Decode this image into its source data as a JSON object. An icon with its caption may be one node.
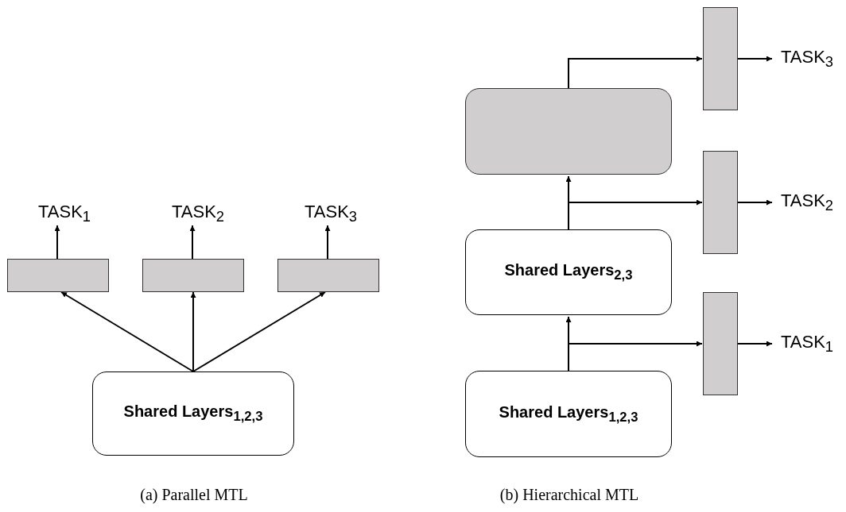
{
  "diagram": {
    "nodes": [
      {
        "text": [
          "TASK$_{1}$"
        ]
      },
      {
        "text": [
          "TASK$_{2}$"
        ]
      },
      {
        "text": [
          "TASK$_{3}$"
        ]
      },
      {
        "text": [],
        "shape": "box"
      },
      {
        "text": [],
        "shape": "box"
      },
      {
        "text": [],
        "shape": "box"
      },
      {
        "text": [
          "Shared Layers$_{1,2,3}$"
        ]
      },
      {
        "text": [
          "TASK$_{3}$"
        ]
      },
      {
        "text": [],
        "shape": "box"
      },
      {
        "text": [],
        "shape": "box"
      },
      {
        "text": [
          "TASK$_{2}$"
        ]
      },
      {
        "text": [],
        "shape": "box"
      },
      {
        "text": [
          "Shared Layers$_{2,3}$"
        ]
      },
      {
        "text": [
          "TASK$_{1}$"
        ]
      },
      {
        "text": [],
        "shape": "box"
      },
      {
        "text": [
          "Shared Layers$_{1,2,3}$"
        ]
      }
    ],
    "edges": [
      {
        "from": 6,
        "to": 3,
        "arrow": "to"
      },
      {
        "from": 6,
        "to": 4,
        "arrow": "to"
      },
      {
        "from": 6,
        "to": 5,
        "arrow": "to"
      },
      {
        "from": 3,
        "to": 0,
        "arrow": "to"
      },
      {
        "from": 4,
        "to": 1,
        "arrow": "to"
      },
      {
        "from": 5,
        "to": 2,
        "arrow": "to"
      },
      {
        "from": 15,
        "to": 12,
        "arrow": "to"
      },
      {
        "from": 15,
        "to": 14,
        "arrow": "to"
      },
      {
        "from": 12,
        "to": 9,
        "arrow": "to"
      },
      {
        "from": 12,
        "to": 11,
        "arrow": "to"
      },
      {
        "from": 9,
        "to": 8,
        "arrow": "to"
      },
      {
        "from": 14,
        "to": 13,
        "arrow": "to"
      },
      {
        "from": 11,
        "to": 10,
        "arrow": "to"
      },
      {
        "from": 8,
        "to": 7,
        "arrow": "to"
      }
    ],
    "labels": [
      "(a) Parallel MTL",
      "(b) Hierarchical MTL"
    ]
  }
}
